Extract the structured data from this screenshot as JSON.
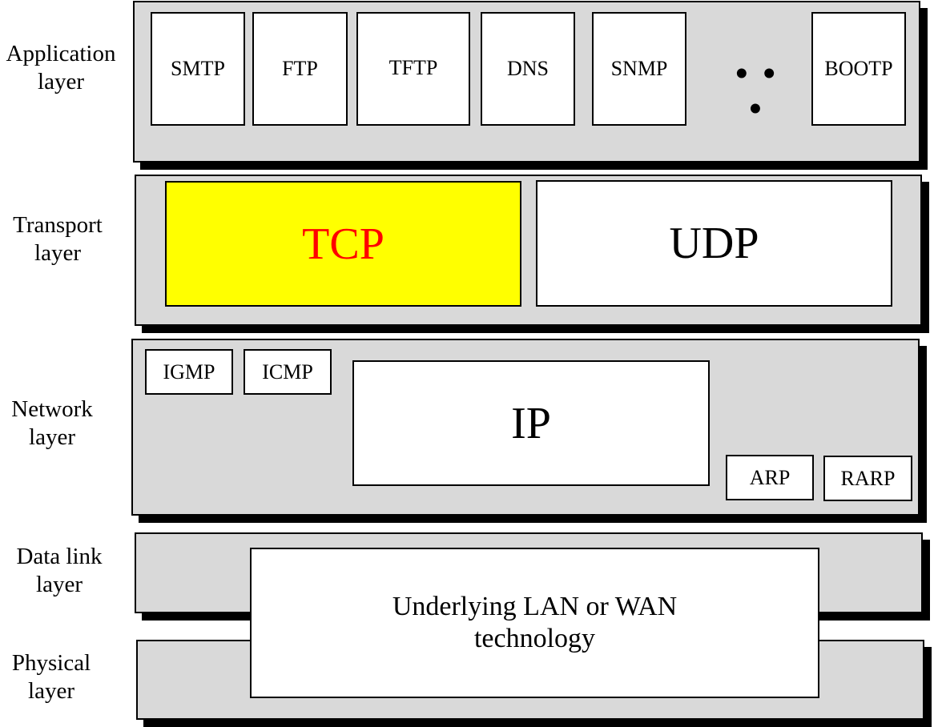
{
  "labels": {
    "application": [
      "Application",
      "layer"
    ],
    "transport": [
      "Transport",
      "layer"
    ],
    "network": [
      "Network",
      "layer"
    ],
    "datalink": [
      "Data link",
      "layer"
    ],
    "physical": [
      "Physical",
      "layer"
    ]
  },
  "application": {
    "protocols": [
      "SMTP",
      "FTP",
      "TFTP",
      "DNS",
      "SNMP",
      "BOOTP"
    ],
    "ellipsis": "• • •"
  },
  "transport": {
    "tcp": "TCP",
    "udp": "UDP"
  },
  "network": {
    "igmp": "IGMP",
    "icmp": "ICMP",
    "ip": "IP",
    "arp": "ARP",
    "rarp": "RARP"
  },
  "underlying": [
    "Underlying LAN or WAN",
    "technology"
  ],
  "colors": {
    "band_fill": "#d9d9d9",
    "tcp_fill": "#ffff00",
    "tcp_text": "#ff0000",
    "shadow": "#000000"
  }
}
